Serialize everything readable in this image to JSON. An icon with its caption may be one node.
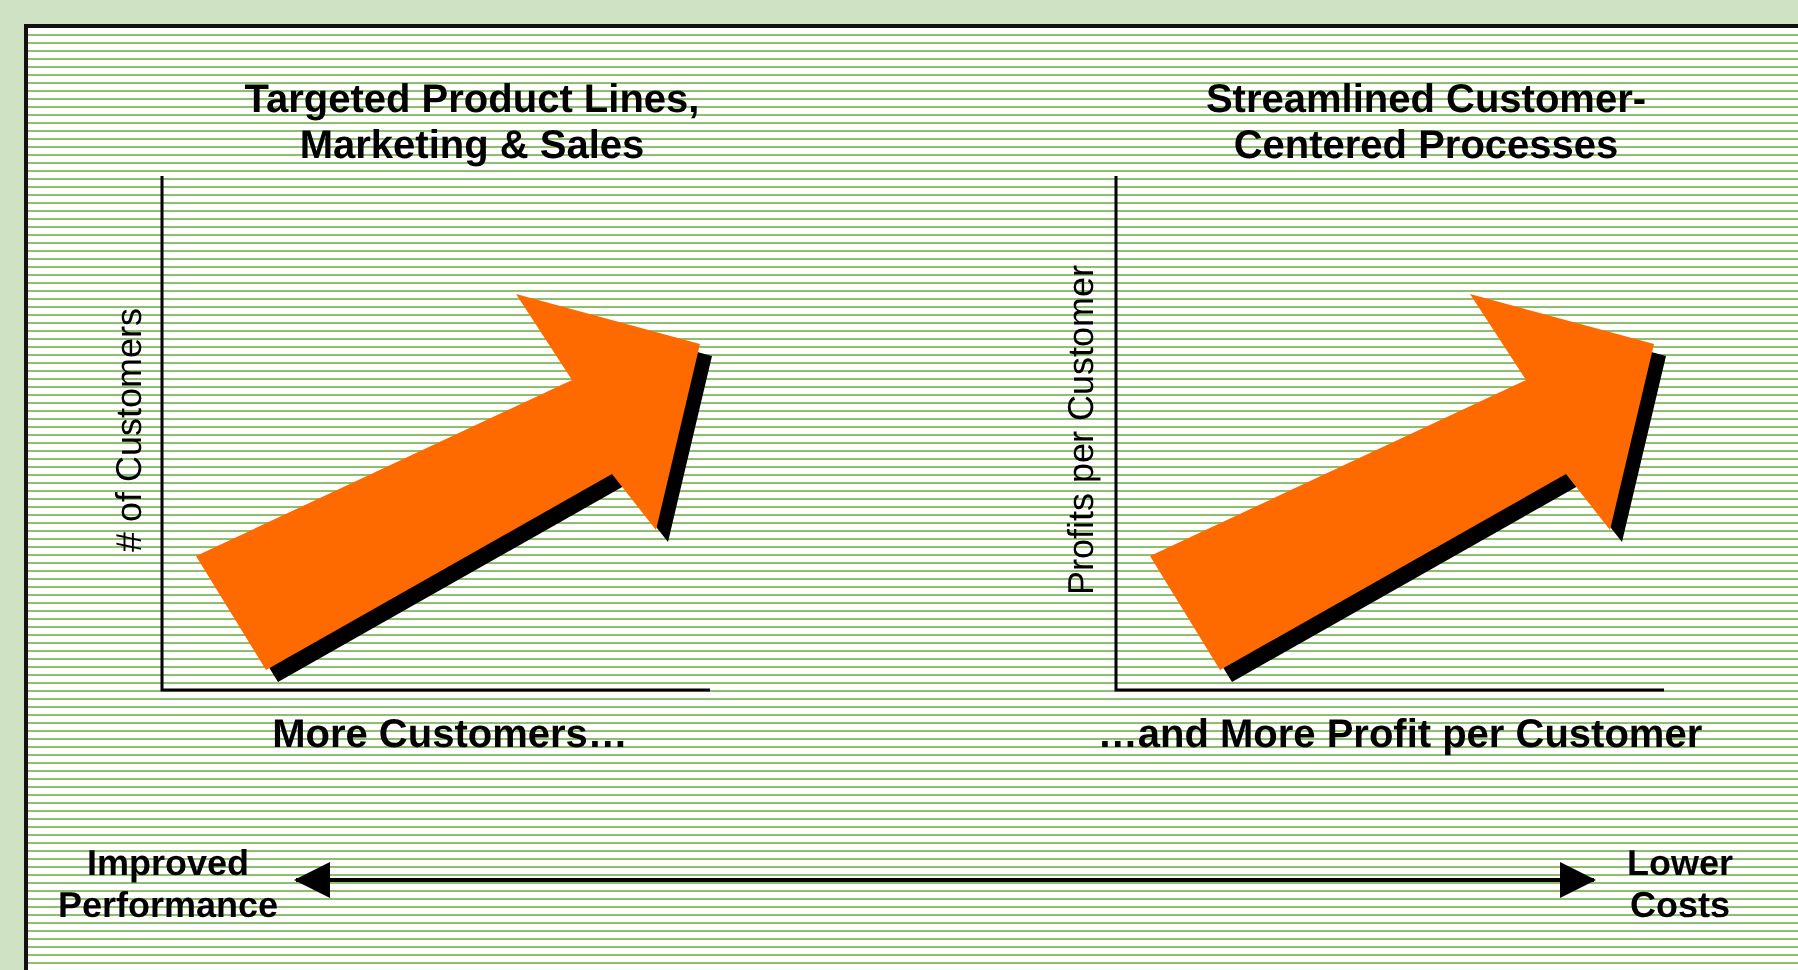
{
  "diagram": {
    "nodes": [
      {
        "text": [
          "Improved Performance"
        ]
      },
      {
        "text": [
          "Lower Costs"
        ]
      }
    ],
    "edges": [
      {
        "from": 0,
        "to": 1,
        "arrow": "both"
      }
    ],
    "labels": [
      "Targeted Product Lines, Marketing & Sales",
      "Streamlined Customer-Centered Processes",
      "# of Customers",
      "Profits per Customer",
      "More Customers…",
      "…and More Profit per Customer"
    ]
  }
}
